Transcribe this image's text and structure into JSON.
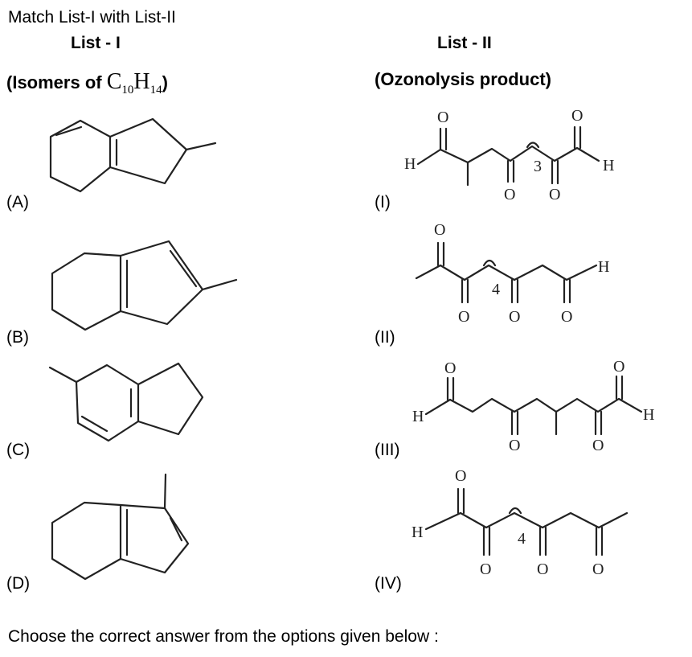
{
  "question": "Match List-I with List-II",
  "list1": {
    "heading": "List - I",
    "subtitle_prefix": "(Isomers of ",
    "formula_c": "C",
    "formula_c_sub": "10",
    "formula_h": "H",
    "formula_h_sub": "14",
    "subtitle_suffix": ")"
  },
  "list2": {
    "heading": "List - II",
    "subtitle": "(Ozonolysis product)"
  },
  "left_labels": [
    "(A)",
    "(B)",
    "(C)",
    "(D)"
  ],
  "right_labels": [
    "(I)",
    "(II)",
    "(III)",
    "(IV)"
  ],
  "atoms": {
    "O": "O",
    "H": "H",
    "n3": "3",
    "n4": "4"
  },
  "footer": "Choose the correct answer from the options given below :"
}
